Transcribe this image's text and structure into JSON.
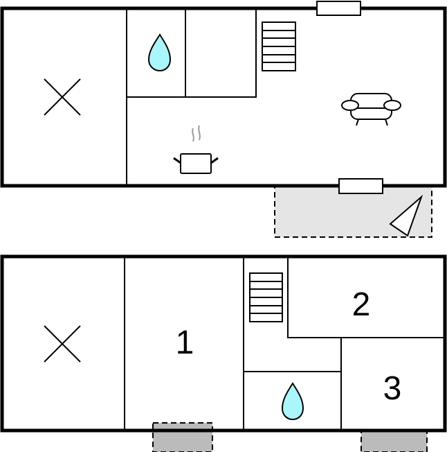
{
  "floorplan": {
    "ground_floor": {
      "icons": [
        "bed-cross-icon",
        "water-drop-icon",
        "stairs-icon",
        "sofa-icon",
        "cooking-pot-icon",
        "window-icon",
        "terrace-icon",
        "compass-triangle-icon"
      ]
    },
    "upper_floor": {
      "rooms": [
        {
          "label": "1"
        },
        {
          "label": "2"
        },
        {
          "label": "3"
        }
      ],
      "icons": [
        "bed-cross-icon",
        "water-drop-icon",
        "stairs-icon",
        "balcony-icon"
      ]
    }
  },
  "colors": {
    "wall": "#000000",
    "water": "#aaf6fa",
    "terrace": "#e5e5e5",
    "balcony": "#bbbbbb",
    "steam": "#999999"
  }
}
